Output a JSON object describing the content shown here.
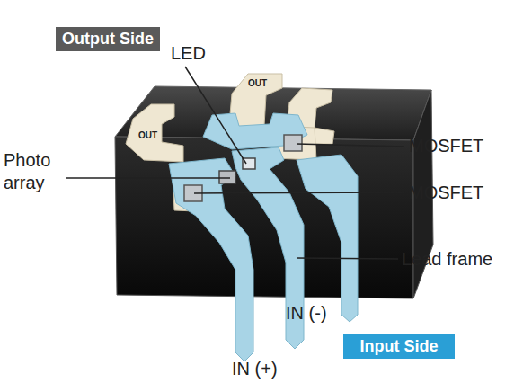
{
  "diagram": {
    "nodes": [
      {
        "text": [
          "Output Side"
        ]
      },
      {
        "text": [
          "Input Side"
        ]
      }
    ],
    "labels": [
      "LED",
      "OUT",
      "OUT",
      "Photo array",
      "MOSFET",
      "MOSFET",
      "Lead frame",
      "IN (-)",
      "IN (+)"
    ]
  }
}
